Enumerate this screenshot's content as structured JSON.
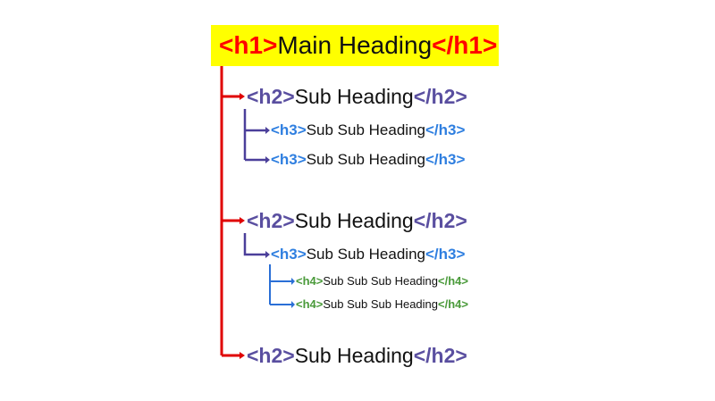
{
  "h1": {
    "open": "<h1>",
    "text": "Main Heading",
    "close": "</h1>"
  },
  "h2": [
    {
      "open": "<h2>",
      "text": "Sub Heading",
      "close": "</h2>"
    },
    {
      "open": "<h2>",
      "text": "Sub Heading",
      "close": "</h2>"
    },
    {
      "open": "<h2>",
      "text": "Sub Heading",
      "close": "</h2>"
    }
  ],
  "h3": [
    {
      "open": "<h3>",
      "text": "Sub Sub Heading",
      "close": "</h3>"
    },
    {
      "open": "<h3>",
      "text": "Sub Sub Heading",
      "close": "</h3>"
    },
    {
      "open": "<h3>",
      "text": "Sub Sub Heading",
      "close": "</h3>"
    }
  ],
  "h4": [
    {
      "open": "<h4>",
      "text": "Sub Sub Sub Heading",
      "close": "</h4>"
    },
    {
      "open": "<h4>",
      "text": "Sub Sub Sub Heading",
      "close": "</h4>"
    }
  ],
  "colors": {
    "highlight": "#ffff00",
    "h1_tag": "#ff0000",
    "h2_tag": "#5a4fa0",
    "h3_tag": "#2f7fe0",
    "h4_tag": "#4a9a3a",
    "h1_connector": "#e00000",
    "h2_connector": "#4b3f9a",
    "h3_connector": "#2a6fd6",
    "heading_text": "#111111"
  }
}
